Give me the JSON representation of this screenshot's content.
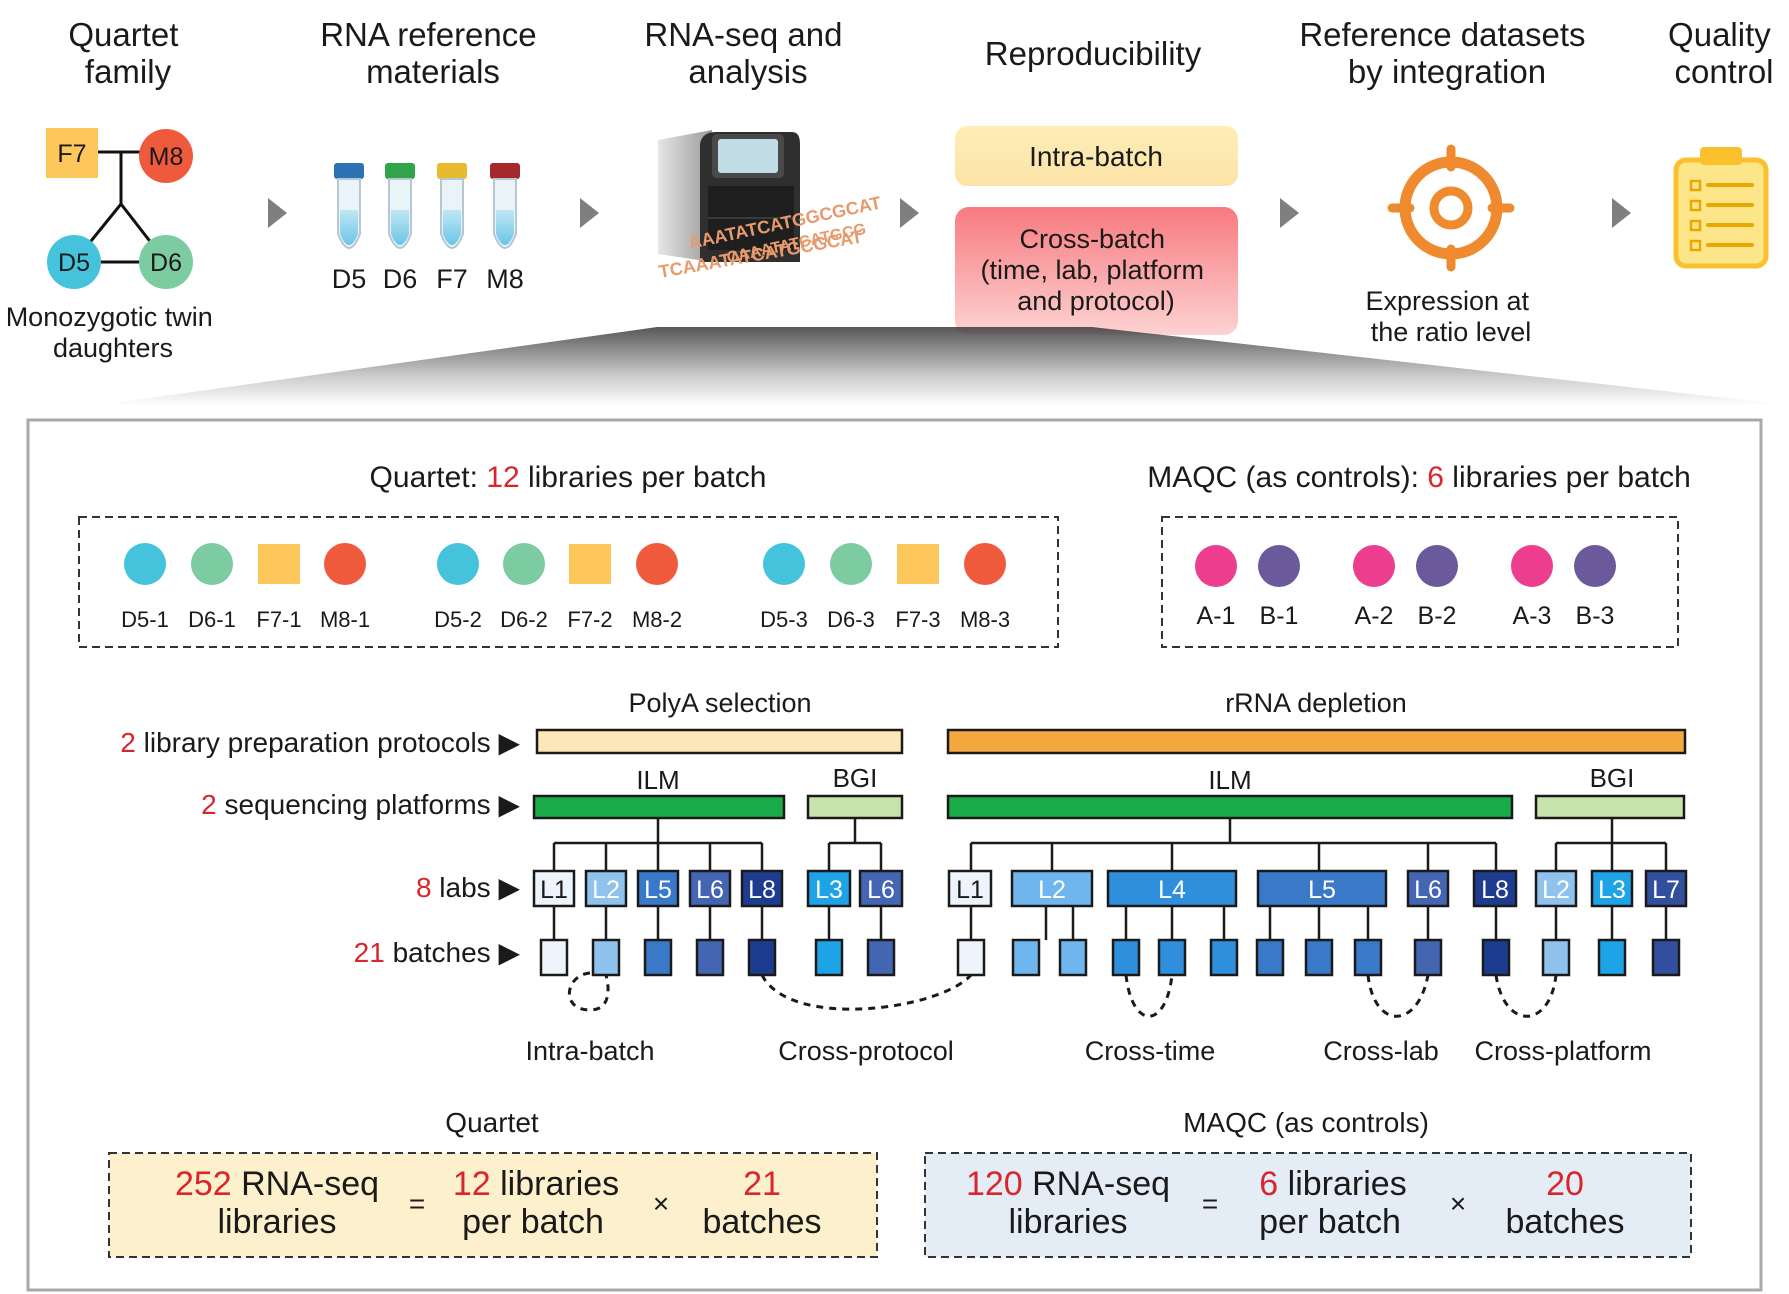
{
  "pipeline": {
    "stages": [
      {
        "line1": "Quartet",
        "line2": "family"
      },
      {
        "line1": "RNA reference",
        "line2": "materials"
      },
      {
        "line1": "RNA-seq and",
        "line2": "analysis"
      },
      {
        "line1": "Reproducibility",
        "line2": ""
      },
      {
        "line1": "Reference datasets",
        "line2": "by integration"
      },
      {
        "line1": "Quality",
        "line2": "control"
      }
    ],
    "family": {
      "members": [
        "F7",
        "M8",
        "D5",
        "D6"
      ],
      "caption_line1": "Monozygotic twin",
      "caption_line2": "daughters"
    },
    "tubes": [
      "D5",
      "D6",
      "F7",
      "M8"
    ],
    "dna_text": [
      "AAATATCATGGCGCAT",
      "CAAATATCATGCG",
      "TCAAATATCATGCGCAT"
    ],
    "reproducibility": {
      "intra": "Intra-batch",
      "cross_line1": "Cross-batch",
      "cross_line2": "(time, lab, platform",
      "cross_line3": "and protocol)"
    },
    "ratio_line1": "Expression at",
    "ratio_line2": "the ratio level"
  },
  "samples": {
    "quartet_title_pre": "Quartet: ",
    "quartet_title_num": "12",
    "quartet_title_post": " libraries per batch",
    "maqc_title_pre": "MAQC (as controls): ",
    "maqc_title_num": "6",
    "maqc_title_post": " libraries per batch",
    "quartet_items": [
      "D5-1",
      "D6-1",
      "F7-1",
      "M8-1",
      "D5-2",
      "D6-2",
      "F7-2",
      "M8-2",
      "D5-3",
      "D6-3",
      "F7-3",
      "M8-3"
    ],
    "maqc_items": [
      "A-1",
      "B-1",
      "A-2",
      "B-2",
      "A-3",
      "B-3"
    ]
  },
  "design": {
    "row_labels": [
      {
        "num": "2",
        "text": " library preparation protocols ▶"
      },
      {
        "num": "2",
        "text": " sequencing platforms ▶"
      },
      {
        "num": "8",
        "text": " labs ▶"
      },
      {
        "num": "21",
        "text": " batches ▶"
      }
    ],
    "protocols": [
      "PolyA selection",
      "rRNA depletion"
    ],
    "platforms": [
      "ILM",
      "BGI",
      "ILM",
      "BGI"
    ],
    "labs": [
      "L1",
      "L2",
      "L5",
      "L6",
      "L8",
      "L3",
      "L6",
      "L1",
      "L2",
      "L4",
      "L5",
      "L6",
      "L8",
      "L2",
      "L3",
      "L7"
    ],
    "comparisons": [
      "Intra-batch",
      "Cross-protocol",
      "Cross-time",
      "Cross-lab",
      "Cross-platform"
    ]
  },
  "summary": {
    "quartet": {
      "heading": "Quartet",
      "total_num": "252",
      "total_unit": " RNA-seq",
      "total_line2": "libraries",
      "per_num": "12",
      "per_unit": " libraries",
      "per_line2": "per batch",
      "batch_num": "21",
      "batch_line2": "batches",
      "eq": "=",
      "times": "×"
    },
    "maqc": {
      "heading": "MAQC (as controls)",
      "total_num": "120",
      "total_unit": " RNA-seq",
      "total_line2": "libraries",
      "per_num": "6",
      "per_unit": " libraries",
      "per_line2": "per batch",
      "batch_num": "20",
      "batch_line2": "batches",
      "eq": "=",
      "times": "×"
    }
  },
  "colors": {
    "d5": "#45c3dc",
    "d6": "#7dcba0",
    "f7": "#fdc75c",
    "m8": "#f05a3c",
    "a": "#ec3d8e",
    "b": "#6a5a9c",
    "red": "#d9262c",
    "green": "#19ab47",
    "lightgreen": "#c6e2ad",
    "polya": "#fde6b8",
    "rrna": "#f5a840",
    "target": "#ef8a2f",
    "clip": "#fbc02d"
  }
}
